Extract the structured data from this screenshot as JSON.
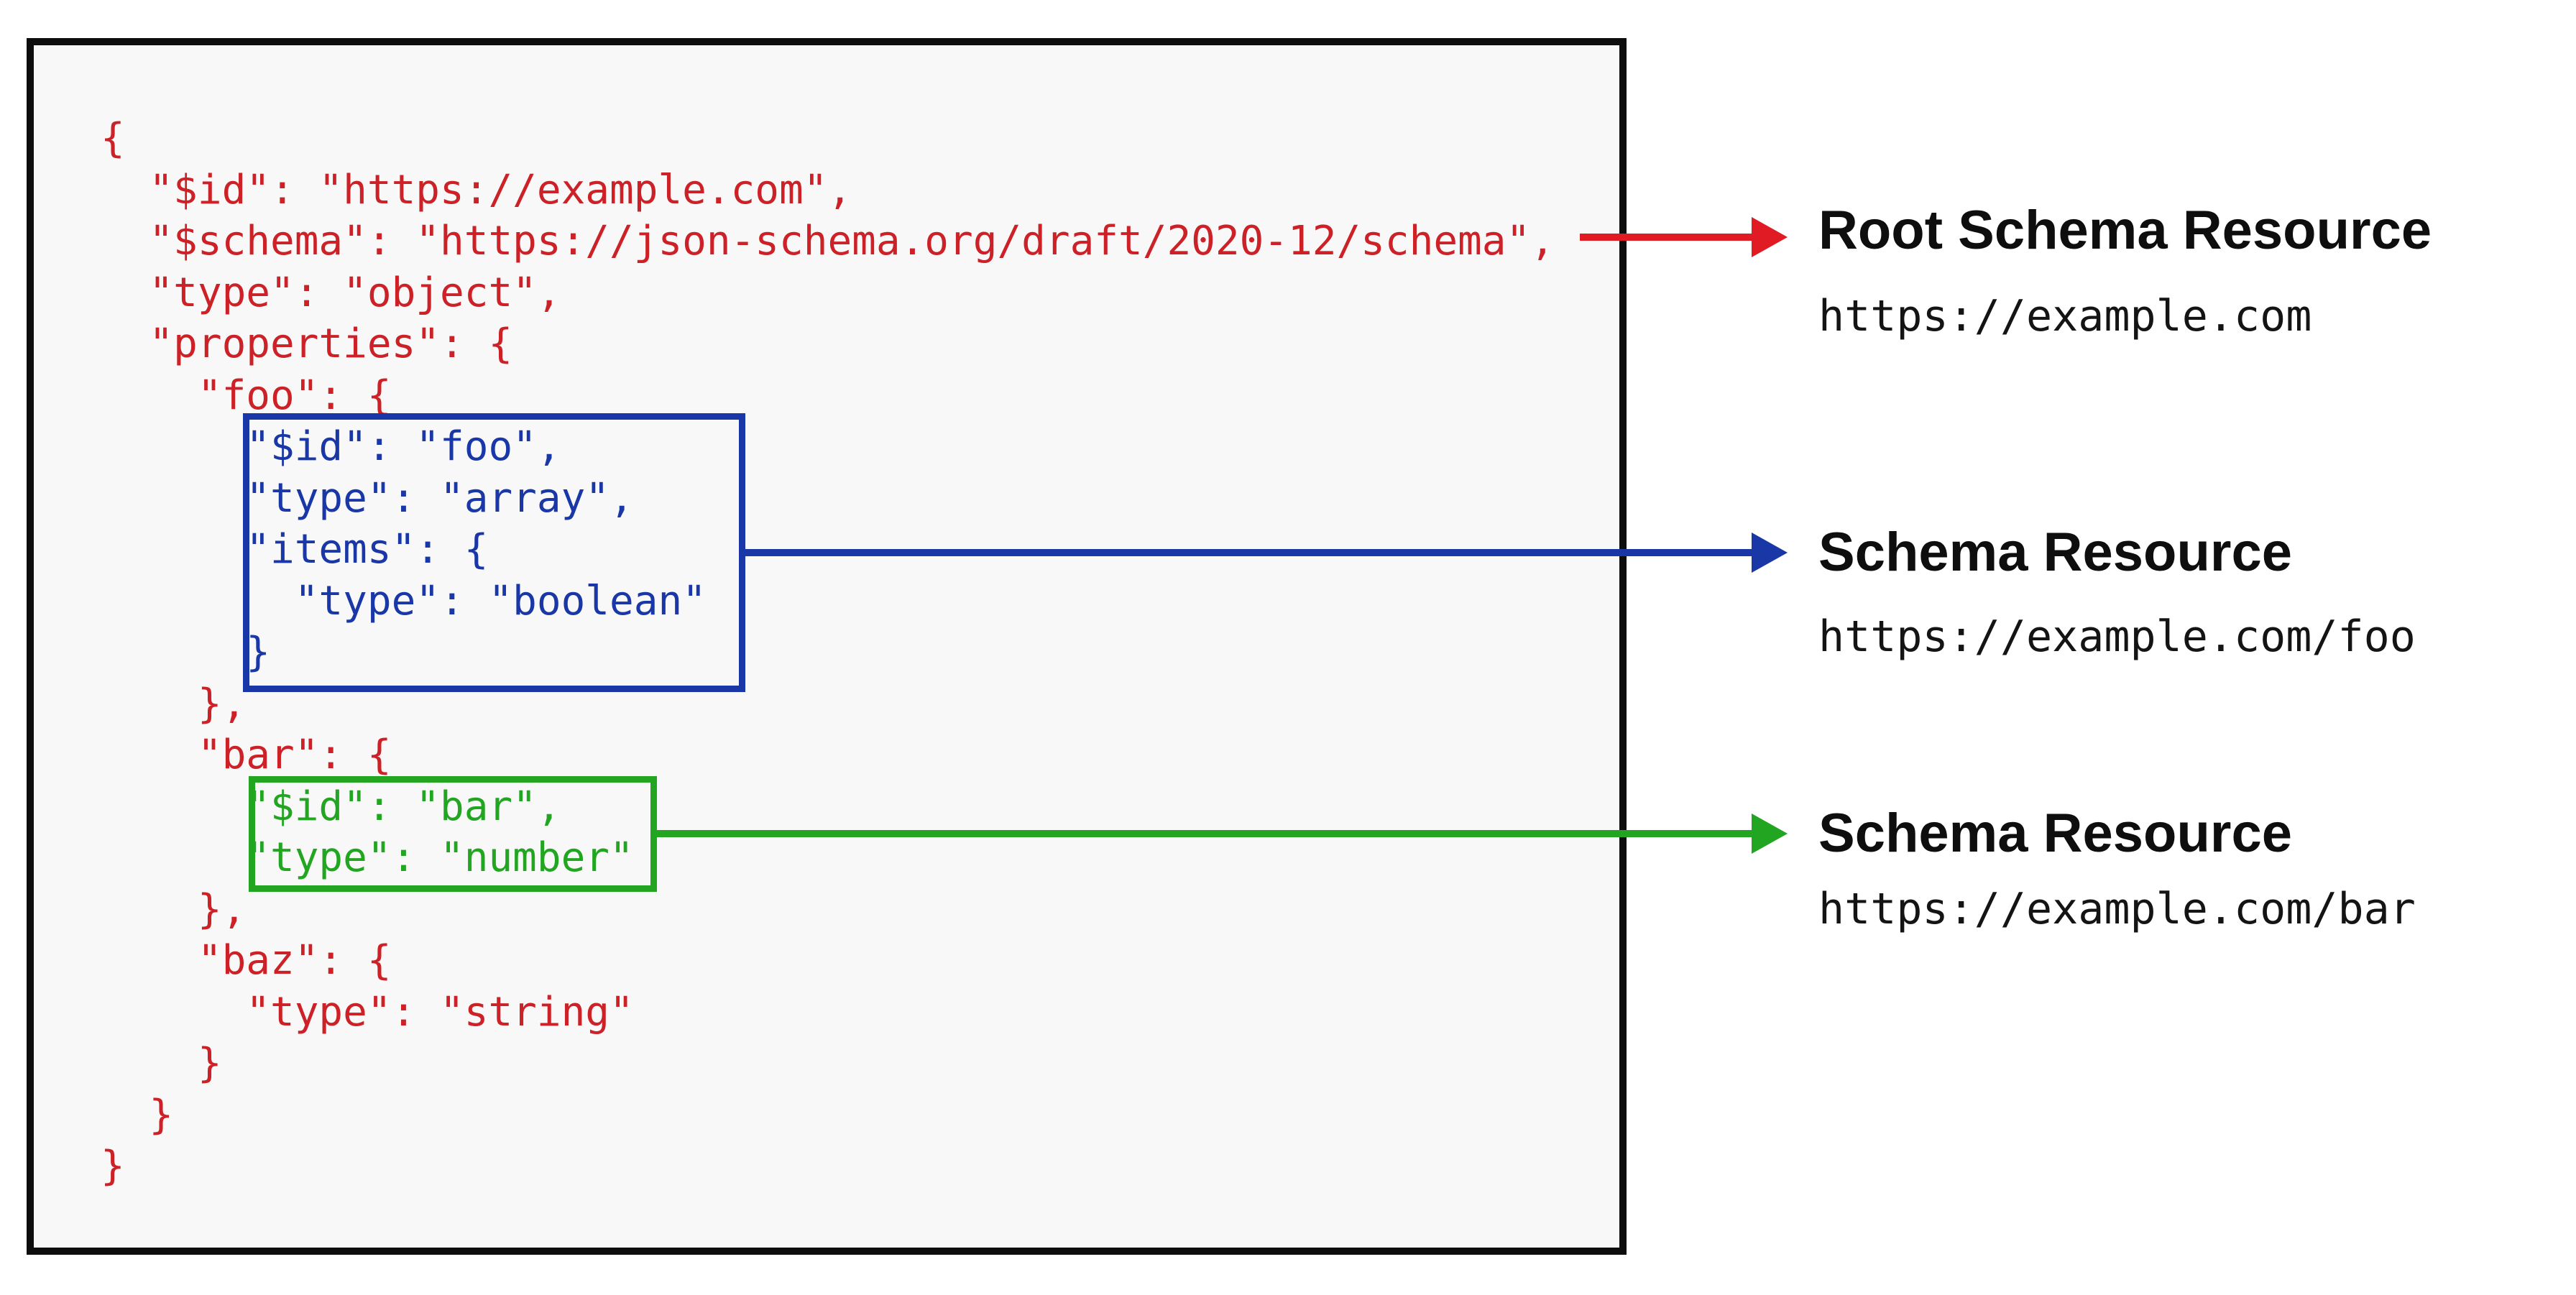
{
  "code_panel": {
    "background": "#f8f8f9",
    "border_color": "#0d0d0d",
    "lines": [
      {
        "text": "{",
        "group": "red"
      },
      {
        "text": "  \"$id\": \"https://example.com\",",
        "group": "red"
      },
      {
        "text": "  \"$schema\": \"https://json-schema.org/draft/2020-12/schema\",",
        "group": "red"
      },
      {
        "text": "  \"type\": \"object\",",
        "group": "red"
      },
      {
        "text": "  \"properties\": {",
        "group": "red"
      },
      {
        "text": "    \"foo\": {",
        "group": "red"
      },
      {
        "text": "      \"$id\": \"foo\",",
        "group": "blue"
      },
      {
        "text": "      \"type\": \"array\",",
        "group": "blue"
      },
      {
        "text": "      \"items\": {",
        "group": "blue"
      },
      {
        "text": "        \"type\": \"boolean\"",
        "group": "blue"
      },
      {
        "text": "      }",
        "group": "blue"
      },
      {
        "text": "    },",
        "group": "red"
      },
      {
        "text": "    \"bar\": {",
        "group": "red"
      },
      {
        "text": "      \"$id\": \"bar\",",
        "group": "green"
      },
      {
        "text": "      \"type\": \"number\"",
        "group": "green"
      },
      {
        "text": "    },",
        "group": "red"
      },
      {
        "text": "    \"baz\": {",
        "group": "red"
      },
      {
        "text": "      \"type\": \"string\"",
        "group": "red"
      },
      {
        "text": "    }",
        "group": "red"
      },
      {
        "text": "  }",
        "group": "red"
      },
      {
        "text": "}",
        "group": "red"
      }
    ]
  },
  "highlight_colors": {
    "root_red": "#cc2127",
    "foo_blue": "#1a37a7",
    "bar_green": "#22a622",
    "arrow_red": "#e01b24"
  },
  "annotations": [
    {
      "title": "Root Schema Resource",
      "url": "https://example.com",
      "arrow_color": "#e01b24"
    },
    {
      "title": "Schema Resource",
      "url": "https://example.com/foo",
      "arrow_color": "#1a37a7"
    },
    {
      "title": "Schema Resource",
      "url": "https://example.com/bar",
      "arrow_color": "#22a622"
    }
  ]
}
